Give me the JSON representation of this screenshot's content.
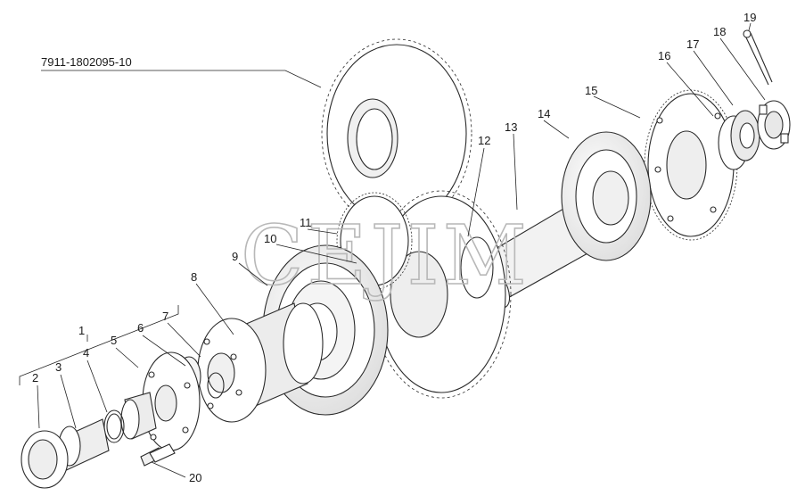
{
  "part_number": "7911-1802095-10",
  "watermark": "CEJIM",
  "callouts": [
    {
      "n": "1"
    },
    {
      "n": "2"
    },
    {
      "n": "3"
    },
    {
      "n": "4"
    },
    {
      "n": "5"
    },
    {
      "n": "6"
    },
    {
      "n": "7"
    },
    {
      "n": "8"
    },
    {
      "n": "9"
    },
    {
      "n": "10"
    },
    {
      "n": "11"
    },
    {
      "n": "12"
    },
    {
      "n": "13"
    },
    {
      "n": "14"
    },
    {
      "n": "15"
    },
    {
      "n": "16"
    },
    {
      "n": "17"
    },
    {
      "n": "18"
    },
    {
      "n": "19"
    },
    {
      "n": "20"
    }
  ],
  "colors": {
    "line": "#2a2a2a",
    "part_fill": "#ffffff",
    "shade": "#e6e6e6",
    "watermark": "#b8b8b8"
  }
}
